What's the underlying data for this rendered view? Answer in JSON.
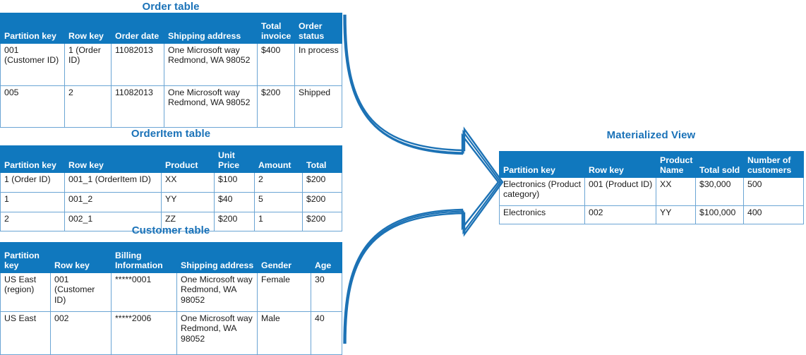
{
  "diagram": {
    "accent_blue": "#1078be",
    "title_blue": "#1a72b8",
    "arrow_stroke": "#1c72b5",
    "arrow_fill": "#ffffff",
    "arrow_name": "merge-arrow"
  },
  "order_table": {
    "title": "Order table",
    "columns": [
      "Partition key",
      "Row key",
      "Order date",
      "Shipping address",
      "Total invoice",
      "Order status"
    ],
    "rows": [
      [
        "001 (Customer ID)",
        "1 (Order ID)",
        "11082013",
        "One Microsoft way Redmond, WA 98052",
        "$400",
        "In process"
      ],
      [
        "005",
        "2",
        "11082013",
        "One Microsoft way Redmond, WA 98052",
        "$200",
        "Shipped"
      ]
    ]
  },
  "orderitem_table": {
    "title": "OrderItem table",
    "columns": [
      "Partition key",
      "Row key",
      "Product",
      "Unit Price",
      "Amount",
      "Total"
    ],
    "rows": [
      [
        "1 (Order ID)",
        "001_1 (OrderItem ID)",
        "XX",
        "$100",
        "2",
        "$200"
      ],
      [
        "1",
        "001_2",
        "YY",
        "$40",
        "5",
        "$200"
      ],
      [
        "2",
        "002_1",
        "ZZ",
        "$200",
        "1",
        "$200"
      ]
    ]
  },
  "customer_table": {
    "title": "Customer table",
    "columns": [
      "Partition key",
      "Row key",
      "Billing Information",
      "Shipping address",
      "Gender",
      "Age"
    ],
    "rows": [
      [
        "US East (region)",
        "001 (Customer ID)",
        "*****0001",
        "One Microsoft way Redmond, WA 98052",
        "Female",
        "30"
      ],
      [
        "US East",
        "002",
        "*****2006",
        "One Microsoft way Redmond, WA 98052",
        "Male",
        "40"
      ]
    ]
  },
  "materialized_view": {
    "title": "Materialized View",
    "columns": [
      "Partition key",
      "Row key",
      "Product Name",
      "Total sold",
      "Number of customers"
    ],
    "rows": [
      [
        "Electronics (Product category)",
        "001 (Product ID)",
        "XX",
        "$30,000",
        "500"
      ],
      [
        "Electronics",
        "002",
        "YY",
        "$100,000",
        "400"
      ]
    ]
  }
}
